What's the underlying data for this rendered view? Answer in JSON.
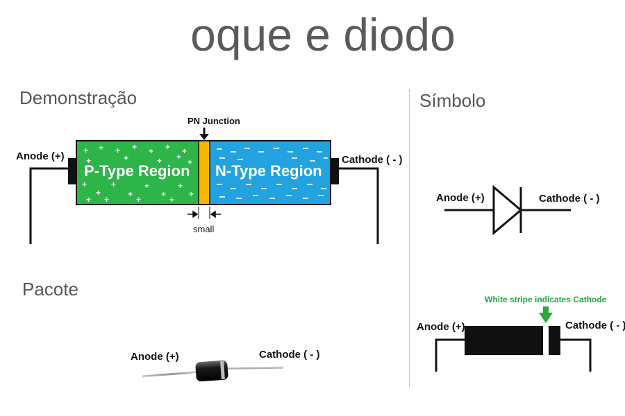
{
  "title": "oque e diodo",
  "sections": {
    "demonstration": "Demonstração",
    "symbol": "Símbolo",
    "package": "Pacote"
  },
  "demonstration": {
    "pn_junction": "PN Junction",
    "p_region": "P-Type Region",
    "n_region": "N-Type Region",
    "anode": "Anode (+)",
    "cathode": "Cathode ( - )",
    "small": "small"
  },
  "symbol": {
    "anode": "Anode (+)",
    "cathode": "Cathode ( - )"
  },
  "package": {
    "anode": "Anode (+)",
    "cathode": "Cathode ( - )"
  },
  "stripe_diagram": {
    "note": "White stripe indicates Cathode",
    "anode": "Anode (+)",
    "cathode": "Cathode ( - )"
  },
  "colors": {
    "p_region": "#2db54a",
    "n_region": "#22a3e0",
    "junction": "#f7b500",
    "note": "#27a844"
  }
}
